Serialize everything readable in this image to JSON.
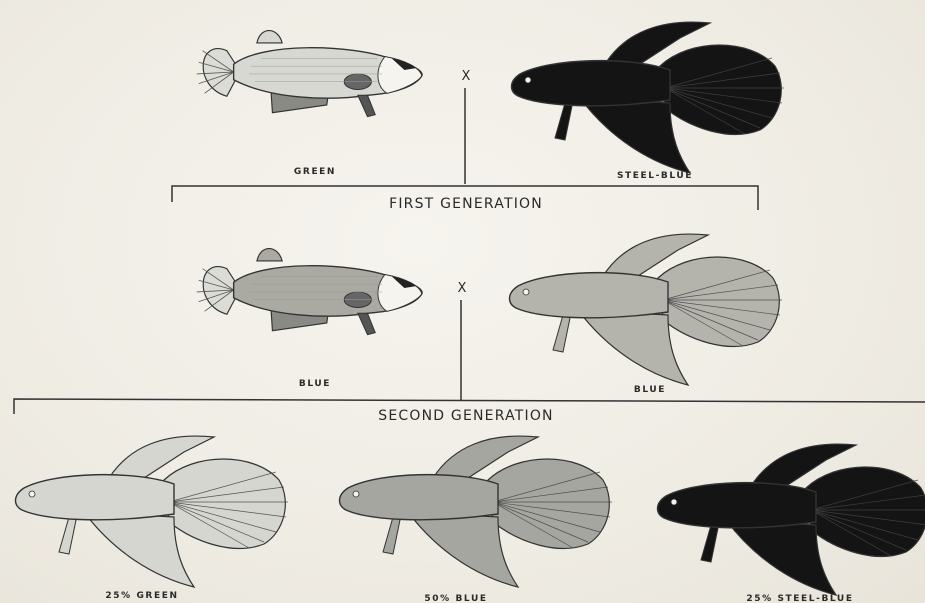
{
  "cross_symbol": "X",
  "parents": {
    "left_label": "GREEN",
    "right_label": "STEEL-BLUE"
  },
  "first_generation": {
    "heading": "FIRST GENERATION",
    "left_label": "BLUE",
    "right_label": "BLUE"
  },
  "second_generation": {
    "heading": "SECOND GENERATION",
    "labels": [
      "25% GREEN",
      "50% BLUE",
      "25% STEEL-BLUE"
    ]
  },
  "colors": {
    "green_fish": "#d8d8d2",
    "blue_fish": "#a9a9a2",
    "steel_blue_fish": "#141414",
    "line": "#333333"
  }
}
